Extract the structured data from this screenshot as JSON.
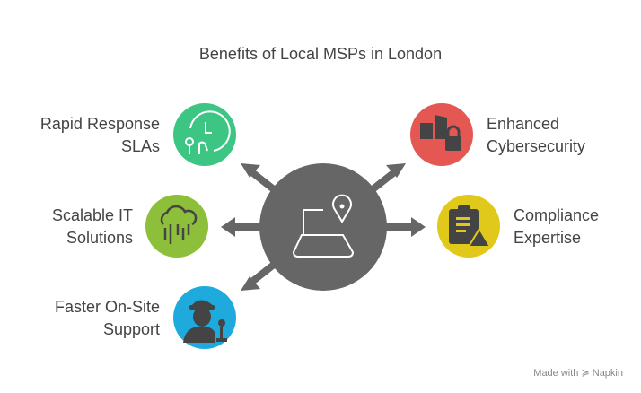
{
  "title": "Benefits of Local MSPs in London",
  "center": {
    "icon": "laptop-location-icon",
    "color": "#666666"
  },
  "benefits": [
    {
      "label_line1": "Rapid Response",
      "label_line2": "SLAs",
      "icon": "clock-route-icon",
      "color": "#3DC584"
    },
    {
      "label_line1": "Scalable IT",
      "label_line2": "Solutions",
      "icon": "cloud-circuit-icon",
      "color": "#8DBF3A"
    },
    {
      "label_line1": "Faster On-Site",
      "label_line2": "Support",
      "icon": "technician-icon",
      "color": "#1EAADC"
    },
    {
      "label_line1": "Enhanced",
      "label_line2": "Cybersecurity",
      "icon": "building-lock-icon",
      "color": "#E45752"
    },
    {
      "label_line1": "Compliance",
      "label_line2": "Expertise",
      "icon": "clipboard-warning-icon",
      "color": "#E0C91A"
    }
  ],
  "watermark": "Made with ≽ Napkin"
}
